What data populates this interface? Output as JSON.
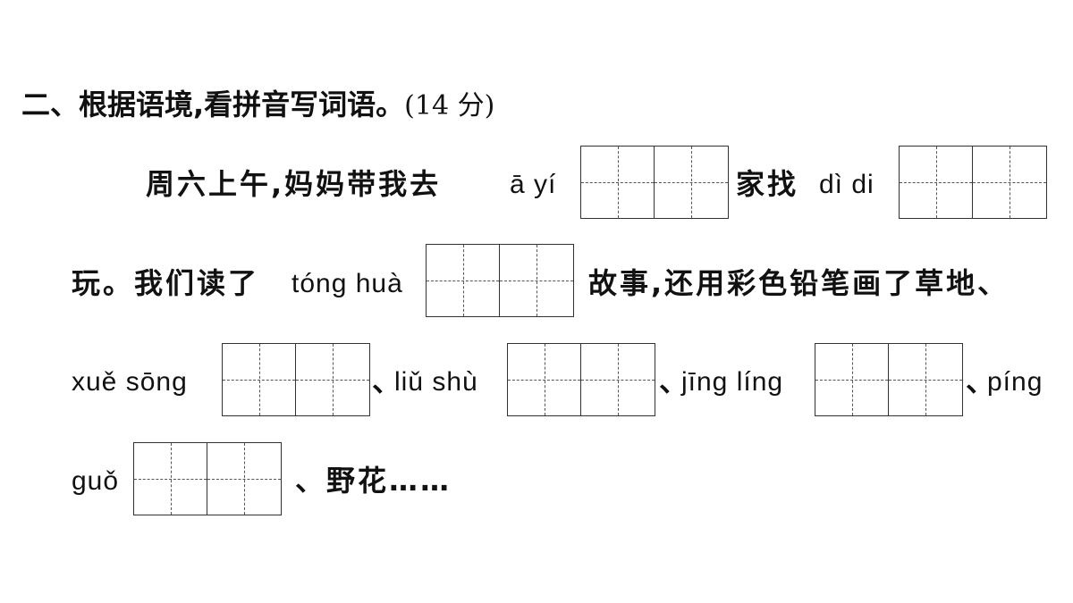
{
  "section": {
    "title": "二、根据语境,看拼音写词语。",
    "score": "(14 分)"
  },
  "passage": {
    "line1_text_a": "周六上午,妈妈带我去",
    "pinyin_1": "ā yí",
    "line1_text_b": "家找",
    "pinyin_2": "dì di",
    "line2_text_a": "玩。我们读了",
    "pinyin_3": "tóng huà",
    "line2_text_b": "故事,还用彩色铅笔画了草地、",
    "pinyin_4": "xuě sōng",
    "sep_1": "、",
    "pinyin_5": "liǔ shù",
    "sep_2": "、",
    "pinyin_6": "jīng líng",
    "sep_3": "、",
    "pinyin_7_part1": "píng",
    "pinyin_7_part2": "guǒ",
    "line4_text": "、野花……"
  }
}
